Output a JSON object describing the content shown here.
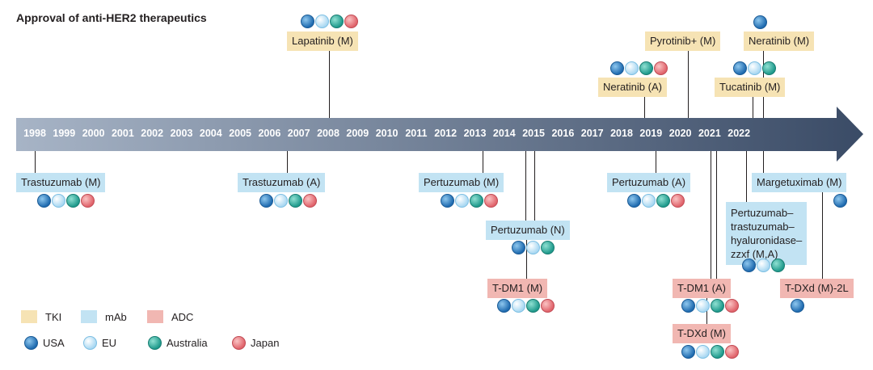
{
  "title": "Approval of anti-HER2 therapeutics",
  "years": [
    "1998",
    "1999",
    "2000",
    "2001",
    "2002",
    "2003",
    "2004",
    "2005",
    "2006",
    "2007",
    "2008",
    "2009",
    "2010",
    "2011",
    "2012",
    "2013",
    "2014",
    "2015",
    "2016",
    "2017",
    "2018",
    "2019",
    "2020",
    "2021",
    "2022"
  ],
  "colors": {
    "arrow_start": "#a7b4c6",
    "arrow_end": "#3a4b66",
    "tki": "#f6e3b4",
    "mab": "#c2e3f3",
    "adc": "#f1b7b2"
  },
  "legend": {
    "types": [
      {
        "key": "tki",
        "label": "TKI"
      },
      {
        "key": "mab",
        "label": "mAb"
      },
      {
        "key": "adc",
        "label": "ADC"
      }
    ],
    "regions": [
      {
        "key": "usa",
        "label": "USA"
      },
      {
        "key": "eu",
        "label": "EU"
      },
      {
        "key": "aus",
        "label": "Australia"
      },
      {
        "key": "jpn",
        "label": "Japan"
      }
    ]
  },
  "approvals": [
    {
      "id": "trastuzumab-m",
      "label": "Trastuzumab (M)",
      "type": "mab",
      "regions": [
        "usa",
        "eu",
        "aus",
        "jpn"
      ]
    },
    {
      "id": "trastuzumab-a",
      "label": "Trastuzumab (A)",
      "type": "mab",
      "regions": [
        "usa",
        "eu",
        "aus",
        "jpn"
      ]
    },
    {
      "id": "lapatinib-m",
      "label": "Lapatinib (M)",
      "type": "tki",
      "regions": [
        "usa",
        "eu",
        "aus",
        "jpn"
      ]
    },
    {
      "id": "pertuzumab-m",
      "label": "Pertuzumab (M)",
      "type": "mab",
      "regions": [
        "usa",
        "eu",
        "aus",
        "jpn"
      ]
    },
    {
      "id": "pertuzumab-n",
      "label": "Pertuzumab (N)",
      "type": "mab",
      "regions": [
        "usa",
        "eu",
        "aus"
      ]
    },
    {
      "id": "tdm1-m",
      "label": "T-DM1 (M)",
      "type": "adc",
      "regions": [
        "usa",
        "eu",
        "aus",
        "jpn"
      ]
    },
    {
      "id": "neratinib-a",
      "label": "Neratinib (A)",
      "type": "tki",
      "regions": [
        "usa",
        "eu",
        "aus",
        "jpn"
      ]
    },
    {
      "id": "pertuzumab-a",
      "label": "Pertuzumab (A)",
      "type": "mab",
      "regions": [
        "usa",
        "eu",
        "aus",
        "jpn"
      ]
    },
    {
      "id": "pyrotinib-m",
      "label": "Pyrotinib+ (M)",
      "type": "tki",
      "regions": []
    },
    {
      "id": "tdm1-a",
      "label": "T-DM1 (A)",
      "type": "adc",
      "regions": [
        "usa",
        "eu",
        "aus",
        "jpn"
      ]
    },
    {
      "id": "tdxd-m",
      "label": "T-DXd (M)",
      "type": "adc",
      "regions": [
        "usa",
        "eu",
        "aus",
        "jpn"
      ]
    },
    {
      "id": "tucatinib-m",
      "label": "Tucatinib (M)",
      "type": "tki",
      "regions": [
        "usa",
        "eu",
        "aus"
      ]
    },
    {
      "id": "neratinib-m",
      "label": "Neratinib (M)",
      "type": "tki",
      "regions": [
        "usa"
      ]
    },
    {
      "id": "pertuzumab-trastuzumab",
      "label_lines": [
        "Pertuzumab–",
        "trastuzumab–",
        "hyaluronidase–",
        "zzxf (M,A)"
      ],
      "type": "mab",
      "regions": [
        "usa",
        "eu",
        "aus"
      ]
    },
    {
      "id": "margetuximab-m",
      "label": "Margetuximab (M)",
      "type": "mab",
      "regions": [
        "usa"
      ]
    },
    {
      "id": "tdxd-m-2l",
      "label": "T-DXd (M)-2L",
      "type": "adc",
      "regions": [
        "usa"
      ]
    }
  ]
}
